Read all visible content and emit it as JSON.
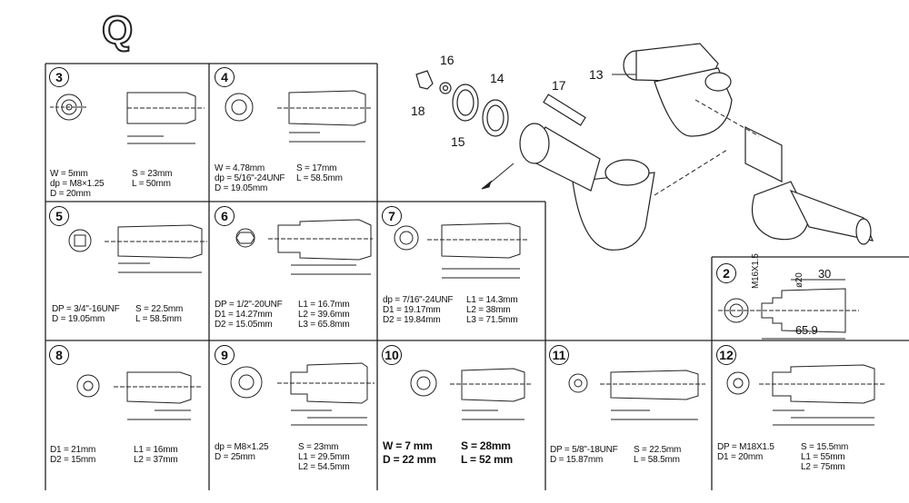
{
  "title": "Q",
  "callouts": {
    "c13": "13",
    "c14": "14",
    "c15": "15",
    "c16": "16",
    "c17": "17",
    "c18": "18"
  },
  "panels": {
    "p3": {
      "num": "3",
      "lines": [
        [
          "W = 5mm",
          "S = 23mm"
        ],
        [
          "dp = M8×1.25",
          "L = 50mm"
        ],
        [
          "D = 20mm",
          ""
        ]
      ]
    },
    "p4": {
      "num": "4",
      "lines": [
        [
          "W = 4.78mm",
          "S = 17mm"
        ],
        [
          "dp = 5/16\"-24UNF",
          "L = 58.5mm"
        ],
        [
          "D = 19.05mm",
          ""
        ]
      ]
    },
    "p5": {
      "num": "5",
      "lines": [
        [
          "DP = 3/4\"-16UNF",
          "S = 22.5mm"
        ],
        [
          "D = 19.05mm",
          "L = 58.5mm"
        ]
      ]
    },
    "p6": {
      "num": "6",
      "lines": [
        [
          "DP = 1/2\"-20UNF",
          "L1 = 16.7mm"
        ],
        [
          "D1 = 14.27mm",
          "L2 = 39.6mm"
        ],
        [
          "D2 = 15.05mm",
          "L3 = 65.8mm"
        ]
      ]
    },
    "p7": {
      "num": "7",
      "lines": [
        [
          "dp = 7/16\"-24UNF",
          "L1 = 14.3mm"
        ],
        [
          "D1 = 19.17mm",
          "L2 = 38mm"
        ],
        [
          "D2 = 19.84mm",
          "L3 = 71.5mm"
        ]
      ]
    },
    "p2": {
      "num": "2",
      "dims": {
        "thread": "M16X1.5",
        "dia": "ø20",
        "len1": "30",
        "len2": "65.9"
      }
    },
    "p8": {
      "num": "8",
      "lines": [
        [
          "D1 = 21mm",
          "L1 = 16mm"
        ],
        [
          "D2 = 15mm",
          "L2 = 37mm"
        ]
      ]
    },
    "p9": {
      "num": "9",
      "lines": [
        [
          "dp = M8×1.25",
          "S = 23mm"
        ],
        [
          "D = 25mm",
          "L1 = 29.5mm"
        ],
        [
          "",
          "L2 = 54.5mm"
        ]
      ]
    },
    "p10": {
      "num": "10",
      "lines": [
        [
          "W = 7 mm",
          "S = 28mm"
        ],
        [
          "D = 22 mm",
          "L = 52 mm"
        ]
      ]
    },
    "p11": {
      "num": "11",
      "lines": [
        [
          "DP = 5/8\"-18UNF",
          "S = 22.5mm"
        ],
        [
          "D = 15.87mm",
          "L = 58.5mm"
        ]
      ]
    },
    "p12": {
      "num": "12",
      "lines": [
        [
          "DP = M18X1.5",
          "S = 15.5mm"
        ],
        [
          "D1 = 20mm",
          "L1 = 55mm"
        ],
        [
          "",
          "L2 = 75mm"
        ]
      ]
    }
  },
  "labels": {
    "w": "W",
    "dp": "dp",
    "DP": "DP",
    "S": "S",
    "L": "L",
    "L1": "L1",
    "L2": "L2",
    "L3": "L3",
    "D": "D",
    "D1": "D1",
    "D2": "D2"
  }
}
